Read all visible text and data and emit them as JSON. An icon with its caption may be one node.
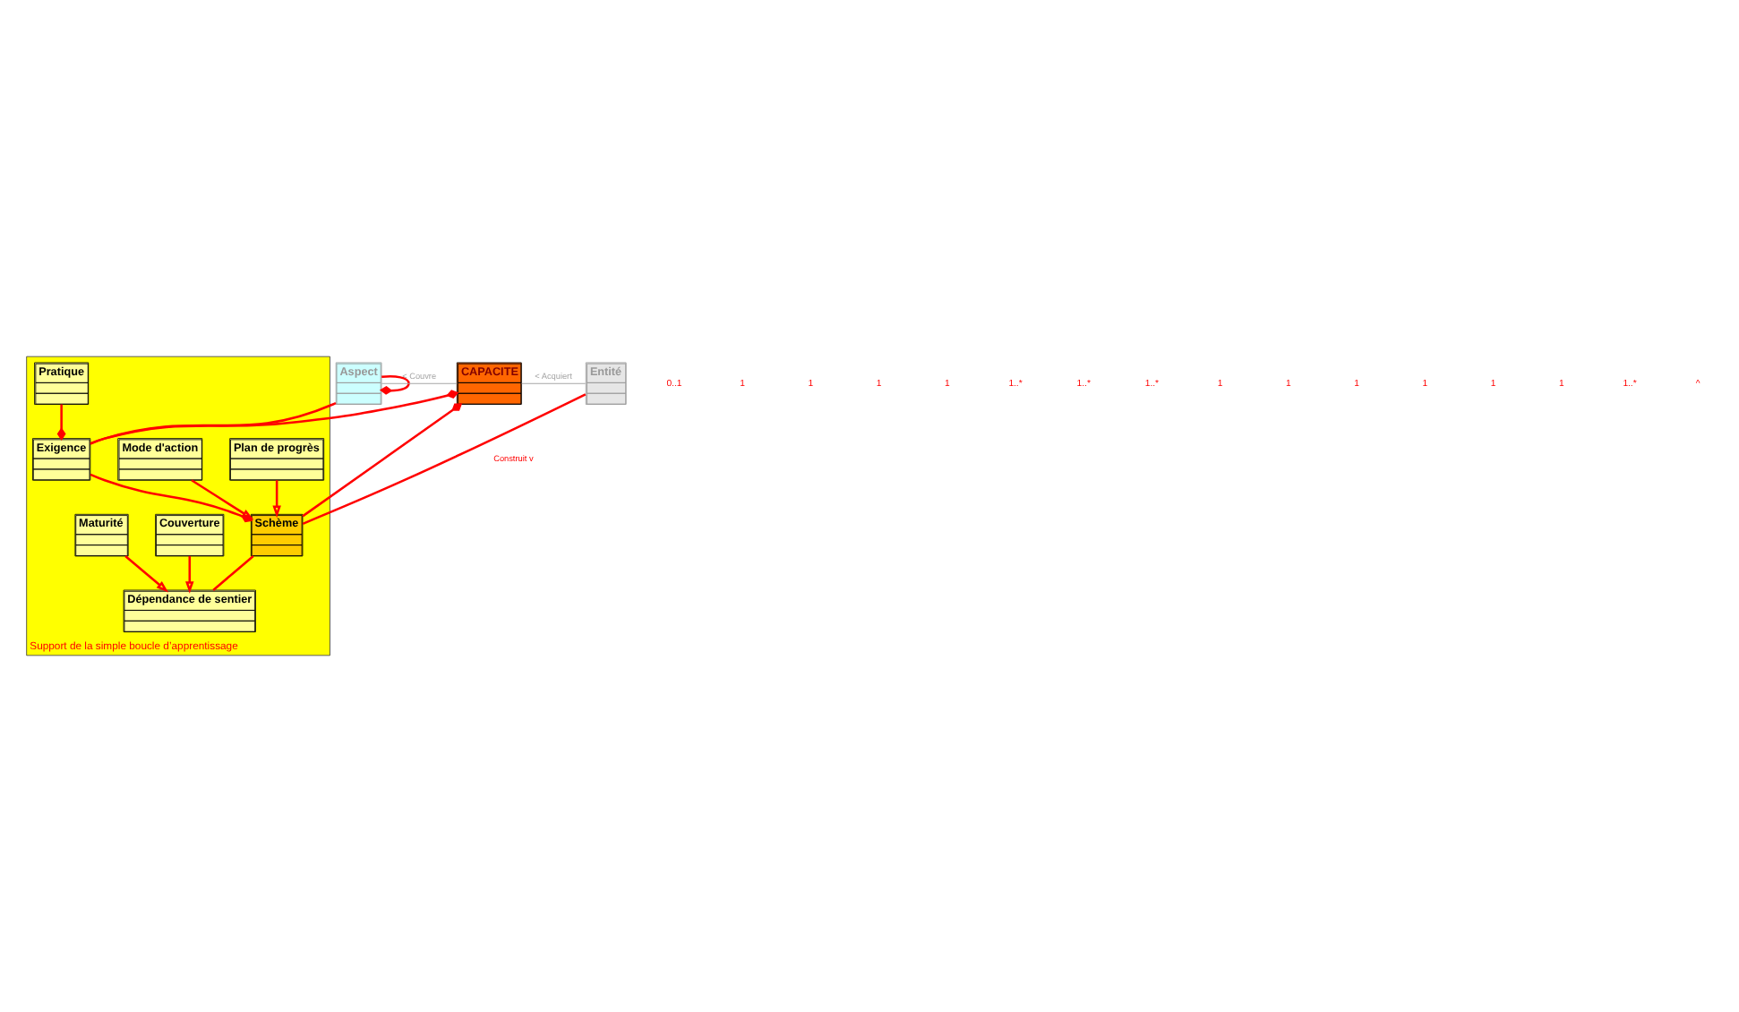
{
  "diagram": {
    "nodes": [
      {
        "text": [
          "Aspect"
        ]
      },
      {
        "text": [
          "CAPACITE"
        ]
      },
      {
        "text": [
          "Entité"
        ]
      },
      {
        "text": [
          "Support de la simple boucle d’apprentissage"
        ]
      },
      {
        "text": [
          "Plan de progrès"
        ],
        "in": 3
      },
      {
        "text": [
          "Mode d'action"
        ],
        "in": 3
      },
      {
        "text": [
          "Schème"
        ],
        "in": 3
      },
      {
        "text": [
          "Exigence"
        ],
        "in": 3
      },
      {
        "text": [
          "Dépendance de sentier"
        ],
        "in": 3
      },
      {
        "text": [
          "Pratique"
        ],
        "in": 3
      },
      {
        "text": [
          "Couverture"
        ],
        "in": 3
      },
      {
        "text": [
          "Maturité"
        ],
        "in": 3
      }
    ],
    "edges": [
      {
        "from": 0,
        "to": 1,
        "arrow": "none",
        "label": "< Couvre",
        "color": "#a6a6a6"
      },
      {
        "from": 1,
        "to": 2,
        "arrow": "none",
        "label": "< Acquiert",
        "color": "#a6a6a6"
      },
      {
        "from": 0,
        "to": 0,
        "arrow": "other"
      },
      {
        "from": 0,
        "to": 7,
        "arrow": "none"
      },
      {
        "from": 6,
        "to": 1,
        "arrow": "other"
      },
      {
        "from": 7,
        "to": 1,
        "arrow": "other"
      },
      {
        "from": 2,
        "to": 6,
        "arrow": "none",
        "label": "Construit v"
      },
      {
        "from": 4,
        "to": 6,
        "arrow": "to"
      },
      {
        "from": 5,
        "to": 6,
        "arrow": "to"
      },
      {
        "from": 7,
        "to": 6,
        "arrow": "other"
      },
      {
        "from": 6,
        "to": 8,
        "arrow": "none"
      },
      {
        "from": 9,
        "to": 7,
        "arrow": "other"
      },
      {
        "from": 10,
        "to": 8,
        "arrow": "to"
      },
      {
        "from": 11,
        "to": 8,
        "arrow": "to"
      }
    ],
    "labels": [
      "0..1",
      "1",
      "1",
      "1",
      "1",
      "1..*",
      "1..*",
      "1..*",
      "1",
      "1",
      "1",
      "1",
      "1",
      "1",
      "1..*",
      "^"
    ]
  }
}
